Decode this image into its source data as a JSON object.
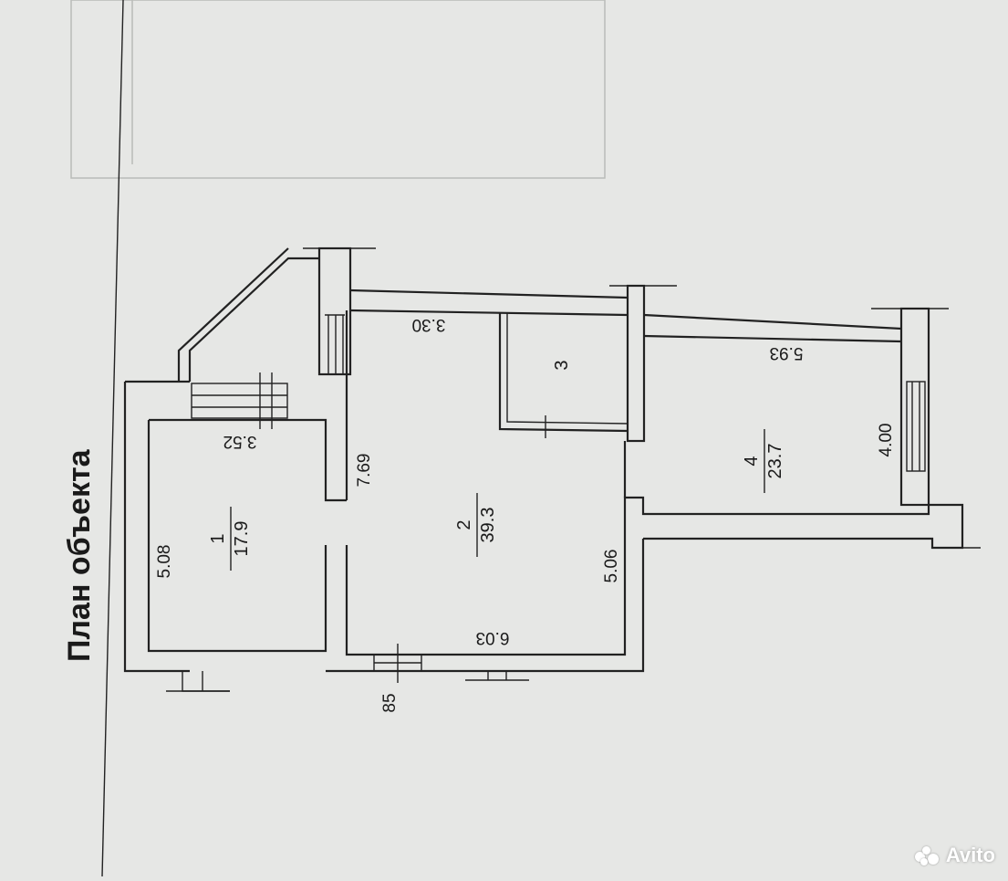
{
  "title": "План объекта",
  "rooms": [
    {
      "id": "room-1",
      "number": "1",
      "area": "17.9"
    },
    {
      "id": "room-2",
      "number": "2",
      "area": "39.3"
    },
    {
      "id": "room-3",
      "number": "3",
      "area": ""
    },
    {
      "id": "room-4",
      "number": "4",
      "area": "23.7"
    }
  ],
  "dimensions": {
    "d_352": "3.52",
    "d_508": "5.08",
    "d_769": "7.69",
    "d_330": "3.30",
    "d_603": "6.03",
    "d_506": "5.06",
    "d_593": "5.93",
    "d_400": "4.00",
    "d_85": "85"
  },
  "watermark": {
    "text": "Avito",
    "brand_color": "#ffffff"
  },
  "colors": {
    "paper": "#e6e7e5",
    "ink": "#222222"
  }
}
